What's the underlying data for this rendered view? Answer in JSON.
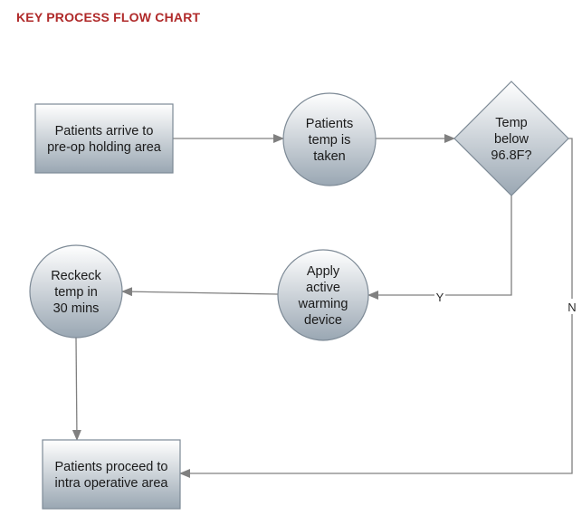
{
  "title": "KEY PROCESS FLOW CHART",
  "colors": {
    "title": "#b02a2a",
    "node_fill_top": "#ffffff",
    "node_fill_bottom": "#9aa7b3",
    "node_stroke": "#7d8a96",
    "edge": "#808080"
  },
  "nodes": [
    {
      "id": "arrive",
      "shape": "rect",
      "lines": [
        "Patients arrive to",
        "pre-op holding area"
      ]
    },
    {
      "id": "temp",
      "shape": "circle",
      "lines": [
        "Patients",
        "temp is",
        "taken"
      ]
    },
    {
      "id": "decision",
      "shape": "diamond",
      "lines": [
        "Temp",
        "below",
        "96.8F?"
      ]
    },
    {
      "id": "warming",
      "shape": "circle",
      "lines": [
        "Apply",
        "active",
        "warming",
        "device"
      ]
    },
    {
      "id": "recheck",
      "shape": "circle",
      "lines": [
        "Reckeck",
        "temp in",
        "30 mins"
      ]
    },
    {
      "id": "proceed",
      "shape": "rect",
      "lines": [
        "Patients proceed to",
        "intra operative area"
      ]
    }
  ],
  "edges": [
    {
      "from": "arrive",
      "to": "temp",
      "label": ""
    },
    {
      "from": "temp",
      "to": "decision",
      "label": ""
    },
    {
      "from": "decision",
      "to": "warming",
      "label": "Y"
    },
    {
      "from": "warming",
      "to": "recheck",
      "label": ""
    },
    {
      "from": "recheck",
      "to": "proceed",
      "label": ""
    },
    {
      "from": "decision",
      "to": "proceed",
      "label": "N"
    }
  ]
}
